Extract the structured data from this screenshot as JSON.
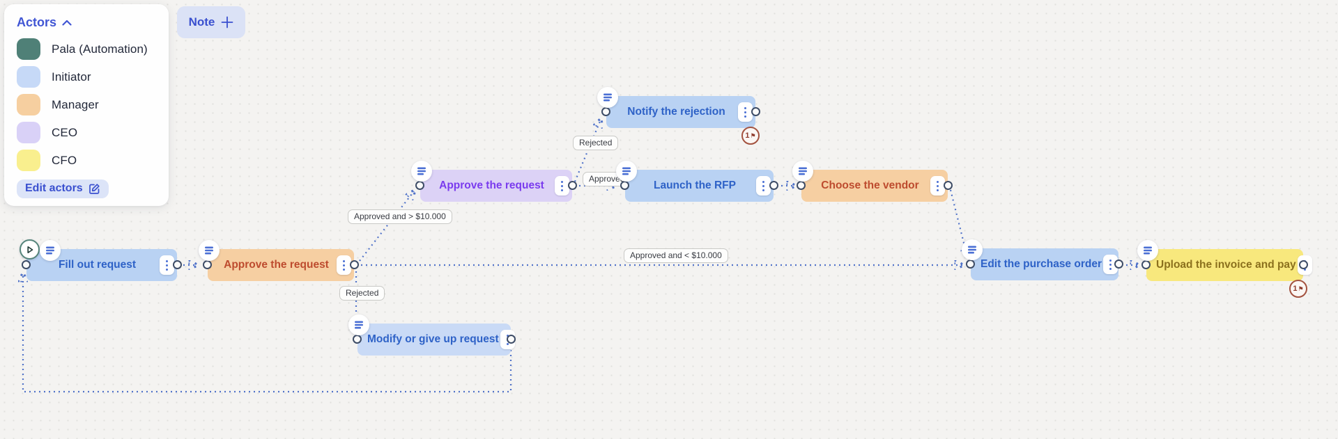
{
  "actors_panel": {
    "title": "Actors",
    "items": [
      {
        "label": "Pala (Automation)",
        "color": "#4f8077"
      },
      {
        "label": "Initiator",
        "color": "#c6d9f7"
      },
      {
        "label": "Manager",
        "color": "#f6cfa0"
      },
      {
        "label": "CEO",
        "color": "#d9d1f7"
      },
      {
        "label": "CFO",
        "color": "#f9ef8e"
      }
    ],
    "edit_button_label": "Edit actors"
  },
  "toolbar": {
    "note_button_label": "Note"
  },
  "nodes": [
    {
      "id": "fill-out-request",
      "label": "Fill out request",
      "color": "#b9d2f3",
      "text_color": "#2e62c7"
    },
    {
      "id": "approve-the-request-manager",
      "label": "Approve the request",
      "color": "#f6cfa2",
      "text_color": "#bd4b2e"
    },
    {
      "id": "approve-the-request-ceo",
      "label": "Approve the request",
      "color": "#dcd2f6",
      "text_color": "#7a3bee"
    },
    {
      "id": "notify-the-rejection",
      "label": "Notify the rejection",
      "color": "#b9d2f3",
      "text_color": "#2e62c7"
    },
    {
      "id": "launch-the-rfp",
      "label": "Launch the RFP",
      "color": "#b9d2f3",
      "text_color": "#2e62c7"
    },
    {
      "id": "choose-the-vendor",
      "label": "Choose the vendor",
      "color": "#f6cfa2",
      "text_color": "#bd4b2e"
    },
    {
      "id": "edit-the-purchase-order",
      "label": "Edit the purchase order",
      "color": "#b9d2f3",
      "text_color": "#2e62c7"
    },
    {
      "id": "upload-the-invoice-and-pay",
      "label": "Upload the invoice and pay",
      "color": "#f8e87d",
      "text_color": "#8b701d"
    },
    {
      "id": "modify-or-give-up-request",
      "label": "Modify or give up request",
      "color": "#c9daf6",
      "text_color": "#2e62c7"
    }
  ],
  "edge_labels": {
    "approved_gt": "Approved and > $10.000",
    "approved_lt": "Approved and < $10.000",
    "rejected_to_modify": "Rejected",
    "rejected_to_notify": "Rejected",
    "approved_to_rfp": "Approved"
  },
  "badges": {
    "notify_comments": "1",
    "upload_comments": "1"
  },
  "connector_color": "#5173c9"
}
